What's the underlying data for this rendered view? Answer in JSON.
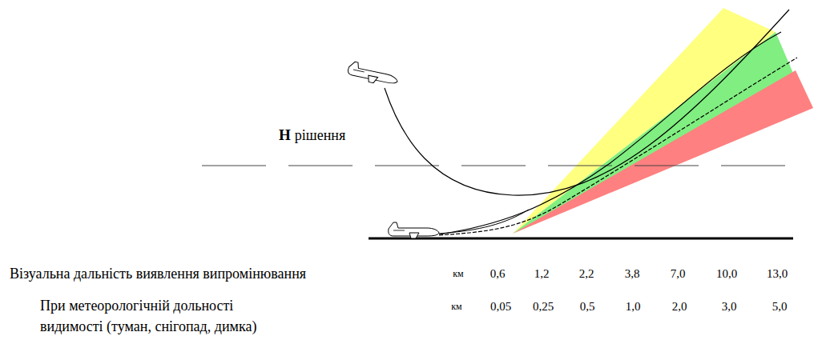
{
  "diagram": {
    "labels": [
      "Н",
      "рішення",
      "Візуальна дальність виявлення випромінювання",
      "км",
      "0,6",
      "1,2",
      "2,2",
      "3,8",
      "7,0",
      "10,0",
      "13,0",
      "При метеорологічній дольності видимості (туман, снігопад, димка)",
      "км",
      "0,05",
      "0,25",
      "0,5",
      "1,0",
      "2,0",
      "3,0",
      "5,0"
    ]
  }
}
